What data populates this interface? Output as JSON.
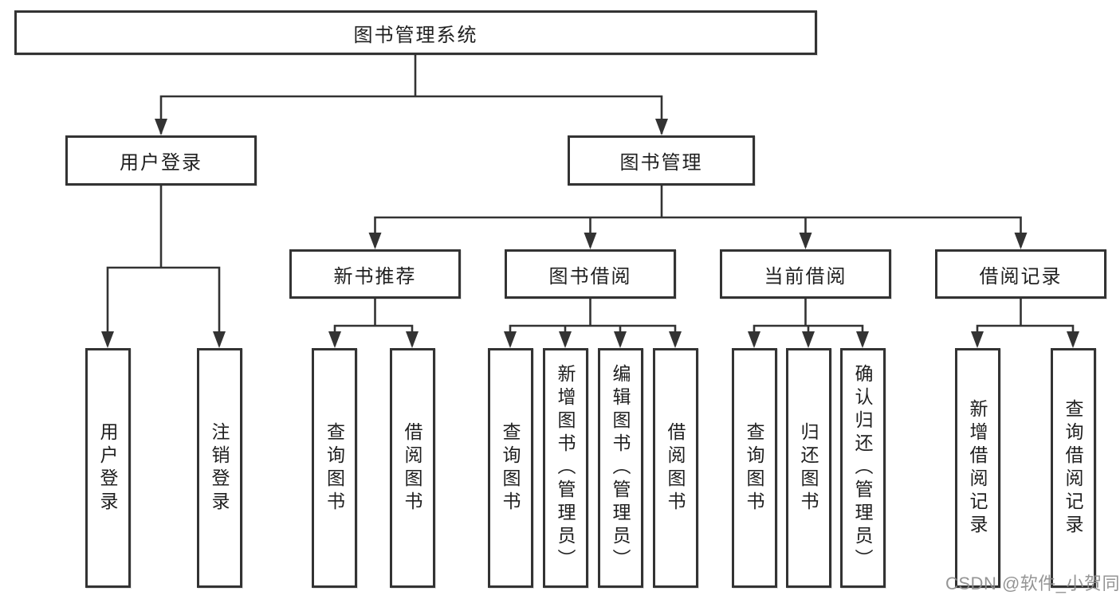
{
  "tree": {
    "label": "图书管理系统",
    "children": [
      {
        "label": "用户登录",
        "children": [
          {
            "label": "用户登录"
          },
          {
            "label": "注销登录"
          }
        ]
      },
      {
        "label": "图书管理",
        "children": [
          {
            "label": "新书推荐",
            "children": [
              {
                "label": "查询图书"
              },
              {
                "label": "借阅图书"
              }
            ]
          },
          {
            "label": "图书借阅",
            "children": [
              {
                "label": "查询图书"
              },
              {
                "label": "新增图书（管理员）"
              },
              {
                "label": "编辑图书（管理员）"
              },
              {
                "label": "借阅图书"
              }
            ]
          },
          {
            "label": "当前借阅",
            "children": [
              {
                "label": "查询图书"
              },
              {
                "label": "归还图书"
              },
              {
                "label": "确认归还（管理员）"
              }
            ]
          },
          {
            "label": "借阅记录",
            "children": [
              {
                "label": "新增借阅记录"
              },
              {
                "label": "查询借阅记录"
              }
            ]
          }
        ]
      }
    ]
  },
  "watermark": "CSDN @软件_小贺同学",
  "colors": {
    "line": "#333333",
    "node_border": "#333333",
    "node_fill": "#ffffff",
    "text": "#1f1f1f",
    "watermark": "#8c8c8c",
    "background": "#ffffff"
  }
}
